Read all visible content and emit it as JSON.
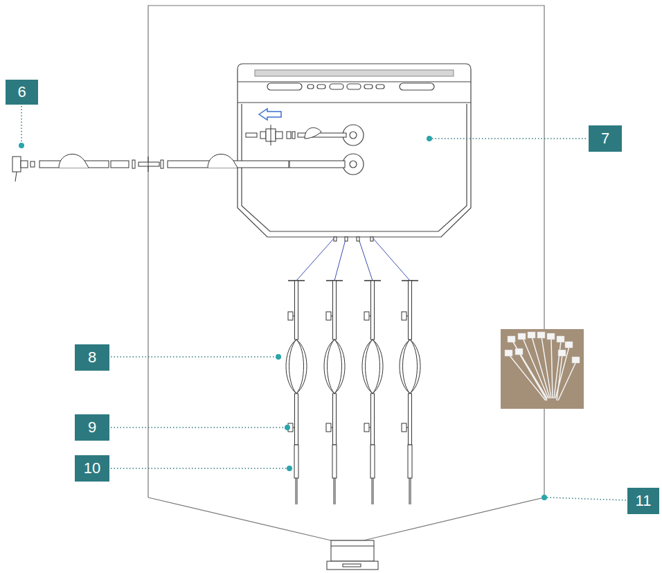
{
  "diagram": {
    "labels": [
      "6",
      "7",
      "8",
      "9",
      "10",
      "11"
    ]
  }
}
